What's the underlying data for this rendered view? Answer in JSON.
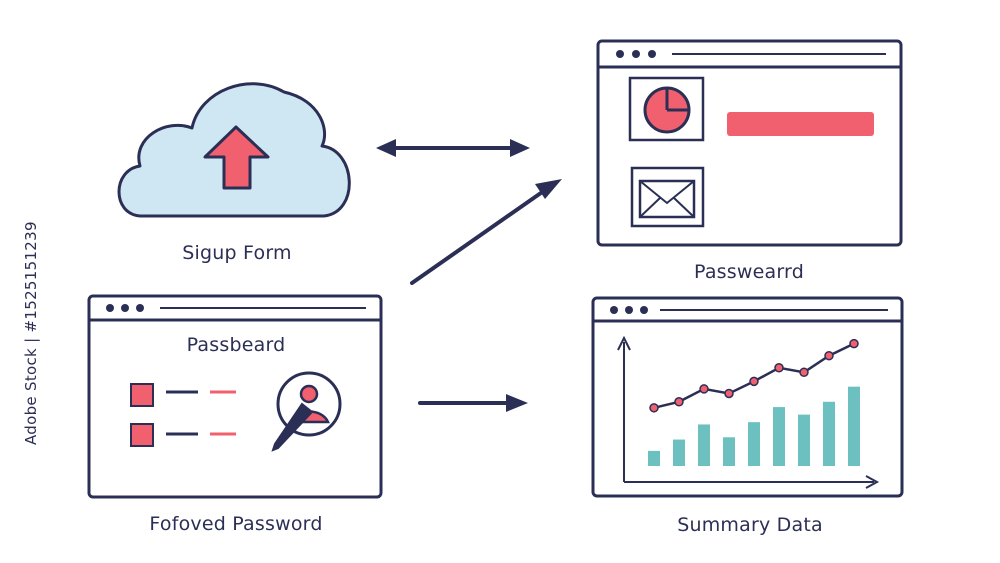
{
  "colors": {
    "ink": "#2b2f55",
    "accent_red": "#f0606e",
    "cloud_fill": "#cfe6f3",
    "bar_teal": "#6cc0bf"
  },
  "labels": {
    "signup": "Sigup Form",
    "password_top": "Passwearrd",
    "passbeard_title": "Passbeard",
    "forgot_password": "Fofoved Password",
    "summary": "Summary Data"
  },
  "icons": {
    "cloud": "cloud-upload-icon",
    "pie": "pie-chart-icon",
    "mail": "envelope-icon",
    "user_pen": "user-pen-icon"
  },
  "watermark": {
    "stock_id": "Adobe Stock | #1525151239"
  },
  "chart_data": {
    "type": "bar",
    "bar_values": [
      2,
      3.5,
      5.5,
      3.8,
      5.8,
      7.8,
      6.8,
      8.5,
      10.5
    ],
    "line_values": [
      7.7,
      8.5,
      10.2,
      9.6,
      11.2,
      13.0,
      12.4,
      14.6,
      16.2
    ],
    "ylim": [
      0,
      18
    ],
    "title": "",
    "xlabel": "",
    "ylabel": ""
  }
}
